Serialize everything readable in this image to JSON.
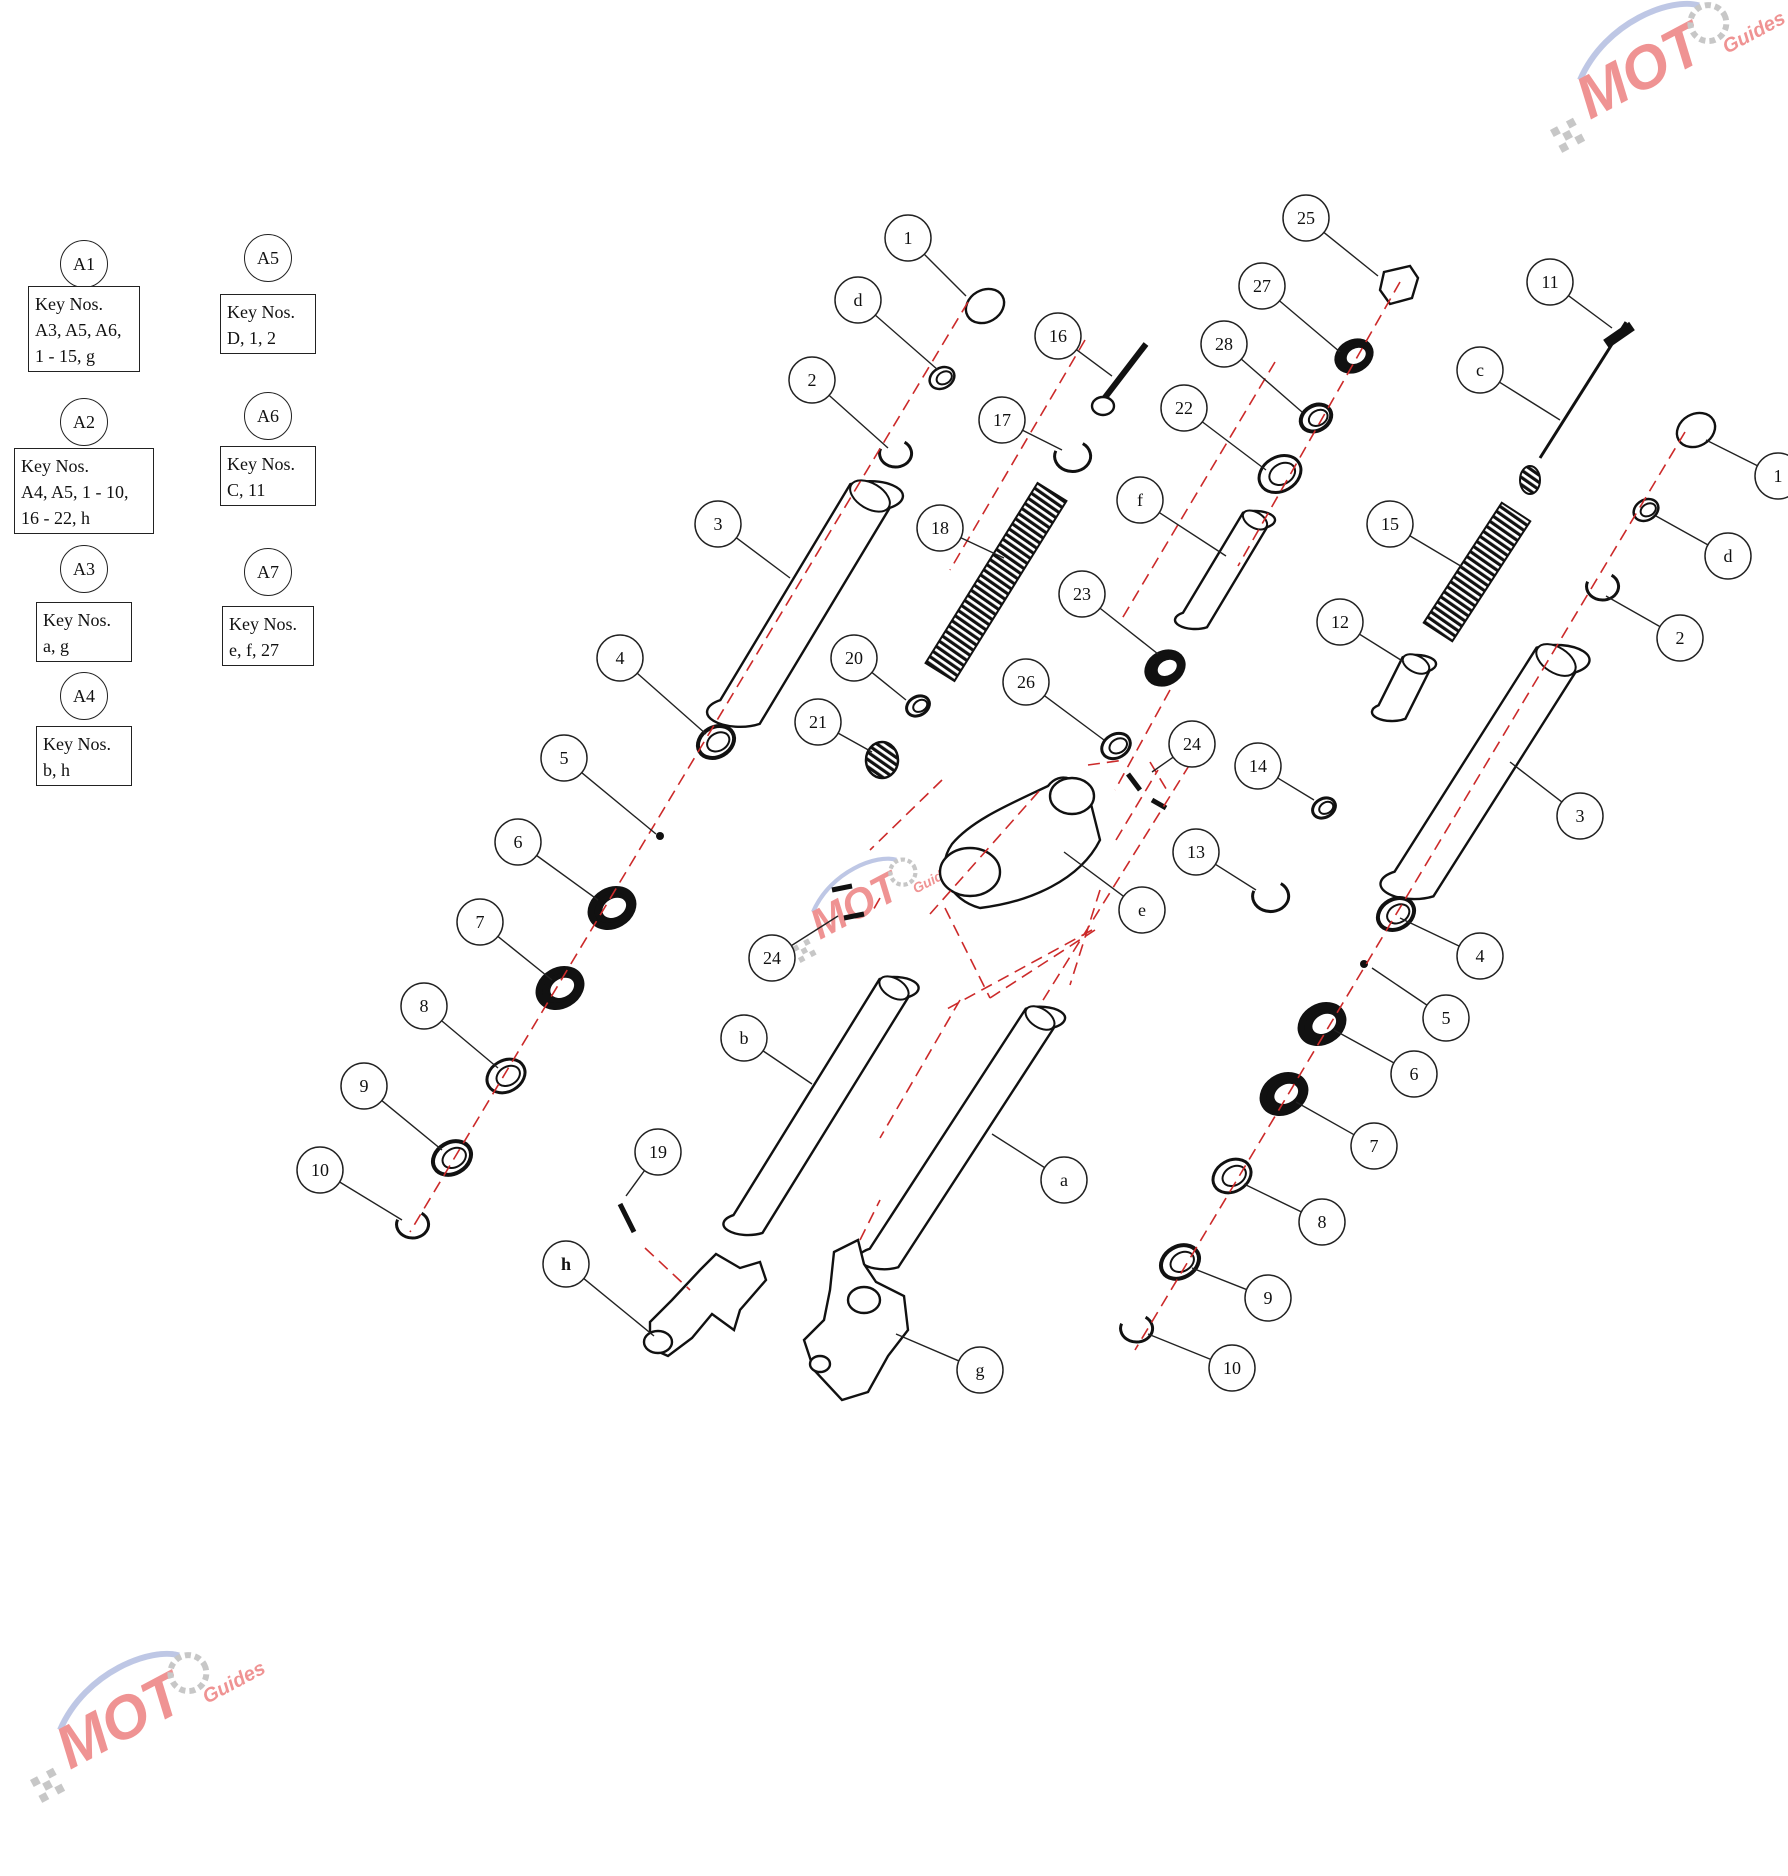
{
  "key_groups": [
    {
      "id": "A1",
      "lines": [
        "Key Nos.",
        "A3, A5, A6,",
        "1 - 15, g"
      ]
    },
    {
      "id": "A2",
      "lines": [
        "Key Nos.",
        "A4, A5, 1 - 10,",
        "16 - 22, h"
      ]
    },
    {
      "id": "A3",
      "lines": [
        "Key Nos.",
        "a, g"
      ]
    },
    {
      "id": "A4",
      "lines": [
        "Key Nos.",
        "b, h"
      ]
    },
    {
      "id": "A5",
      "lines": [
        "Key Nos.",
        "D, 1, 2"
      ]
    },
    {
      "id": "A6",
      "lines": [
        "Key Nos.",
        "C, 11"
      ]
    },
    {
      "id": "A7",
      "lines": [
        "Key Nos.",
        "e, f, 27"
      ]
    }
  ],
  "callouts": [
    "1",
    "d",
    "2",
    "3",
    "4",
    "5",
    "6",
    "7",
    "8",
    "9",
    "10",
    "16",
    "17",
    "18",
    "20",
    "21",
    "25",
    "27",
    "28",
    "22",
    "f",
    "23",
    "26",
    "24",
    "24",
    "e",
    "b",
    "a",
    "19",
    "h",
    "g",
    "11",
    "c",
    "15",
    "12",
    "14",
    "13",
    "1",
    "d",
    "2",
    "3",
    "4",
    "5",
    "6",
    "7",
    "8",
    "9",
    "10"
  ],
  "watermark": {
    "brand": "MOT",
    "sub": "Guides",
    "color": "#e33b3b"
  }
}
